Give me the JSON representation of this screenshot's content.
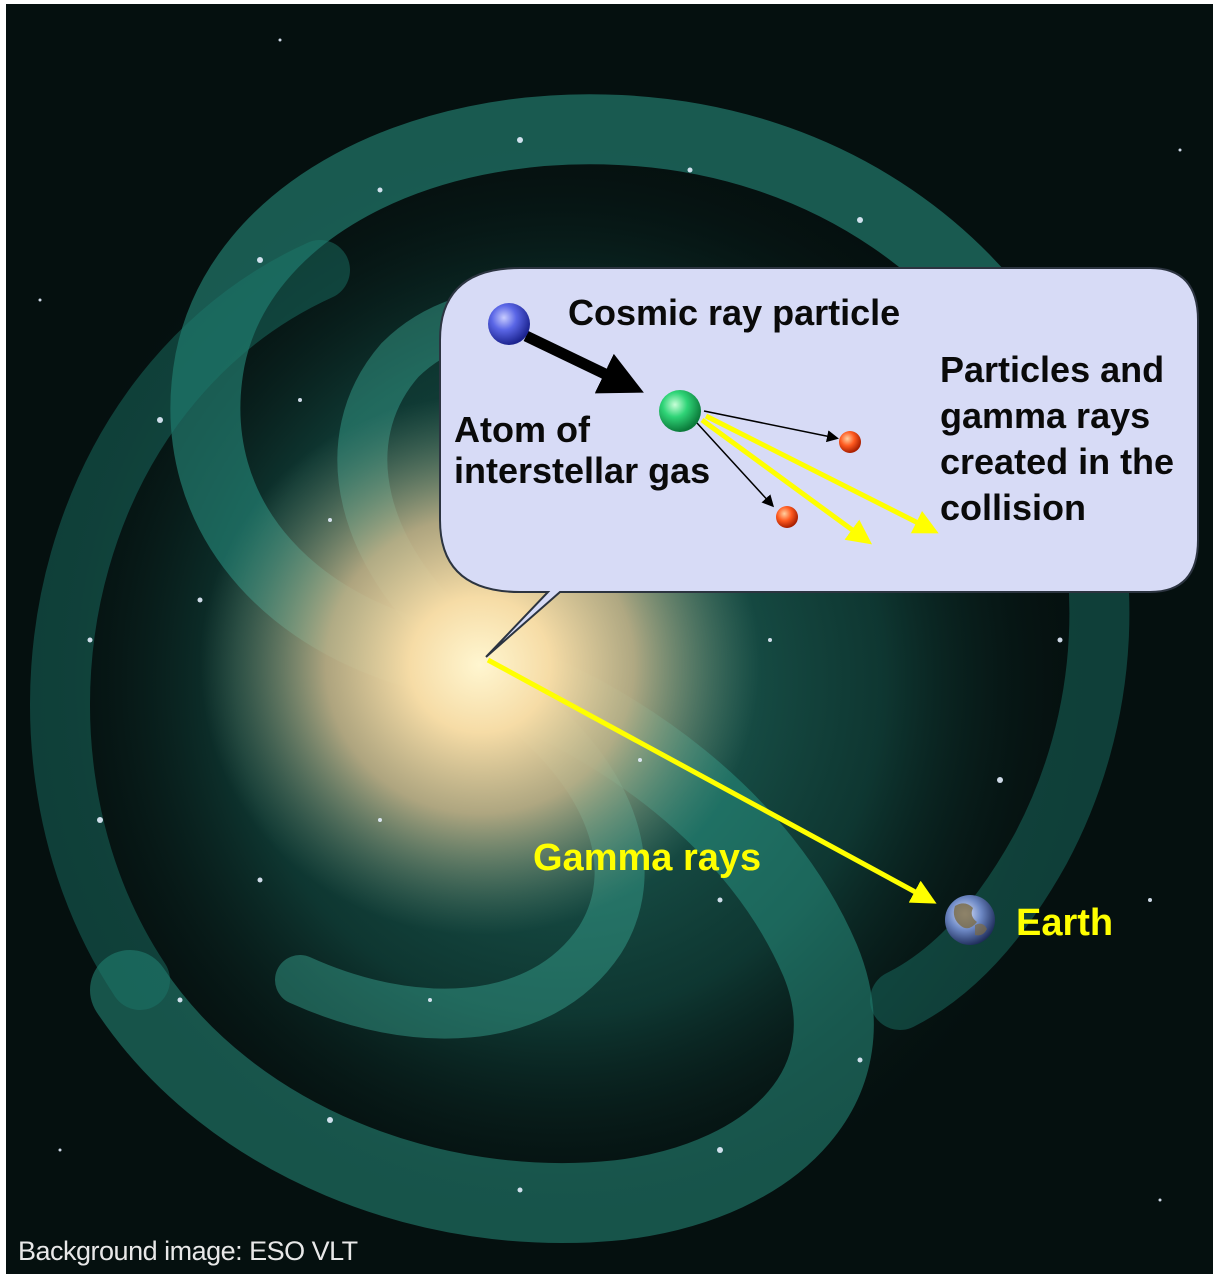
{
  "labels": {
    "cosmic_ray": "Cosmic ray particle",
    "atom_line1": "Atom of",
    "atom_line2": "interstellar gas",
    "particles_line1": "Particles and",
    "particles_line2": "gamma rays",
    "particles_line3": "created in the",
    "particles_line4": "collision",
    "gamma_rays": "Gamma rays",
    "earth": "Earth",
    "credit": "Background image: ESO VLT"
  },
  "colors": {
    "space": "#05100f",
    "galaxy_arms": "#1f8a7c",
    "galaxy_core": "#f3d49a",
    "bubble_fill": "#d7dbf6",
    "cosmic_particle": "#4f5fe0",
    "gas_atom": "#2fd477",
    "secondary_particle": "#ff5a1f",
    "gamma_ray_arrow": "#ffff00",
    "text_dark": "#0a0a0a",
    "text_highlight": "#ffff00"
  },
  "icons": [
    "cosmic-ray-particle-icon",
    "gas-atom-icon",
    "secondary-particle-icon",
    "earth-icon"
  ]
}
